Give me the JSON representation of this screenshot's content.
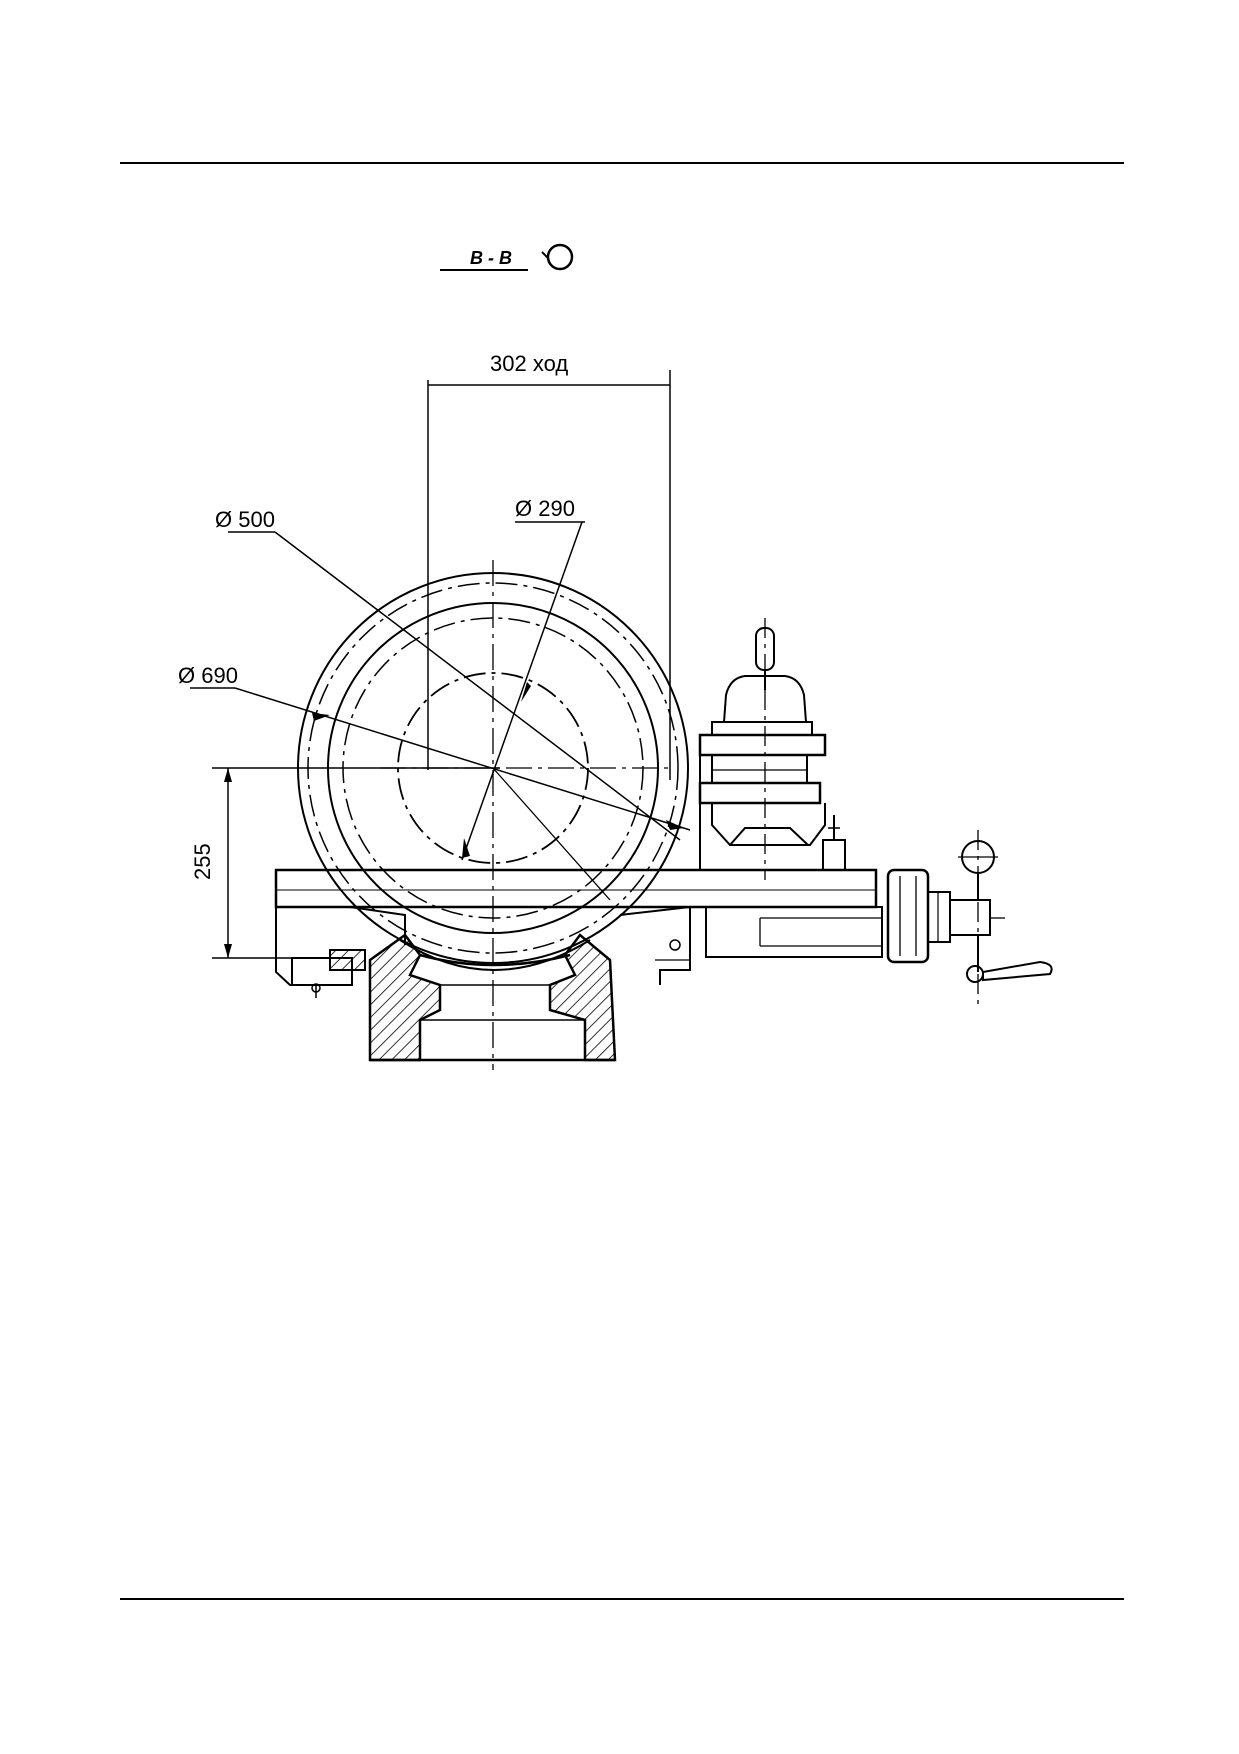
{
  "section_label": "В - В",
  "dimensions": {
    "stroke": "302 ход",
    "dia_500": "Ø 500",
    "dia_290": "Ø 290",
    "dia_690": "Ø 690",
    "height_255": "255"
  },
  "colors": {
    "line": "#000000",
    "background": "#ffffff"
  }
}
